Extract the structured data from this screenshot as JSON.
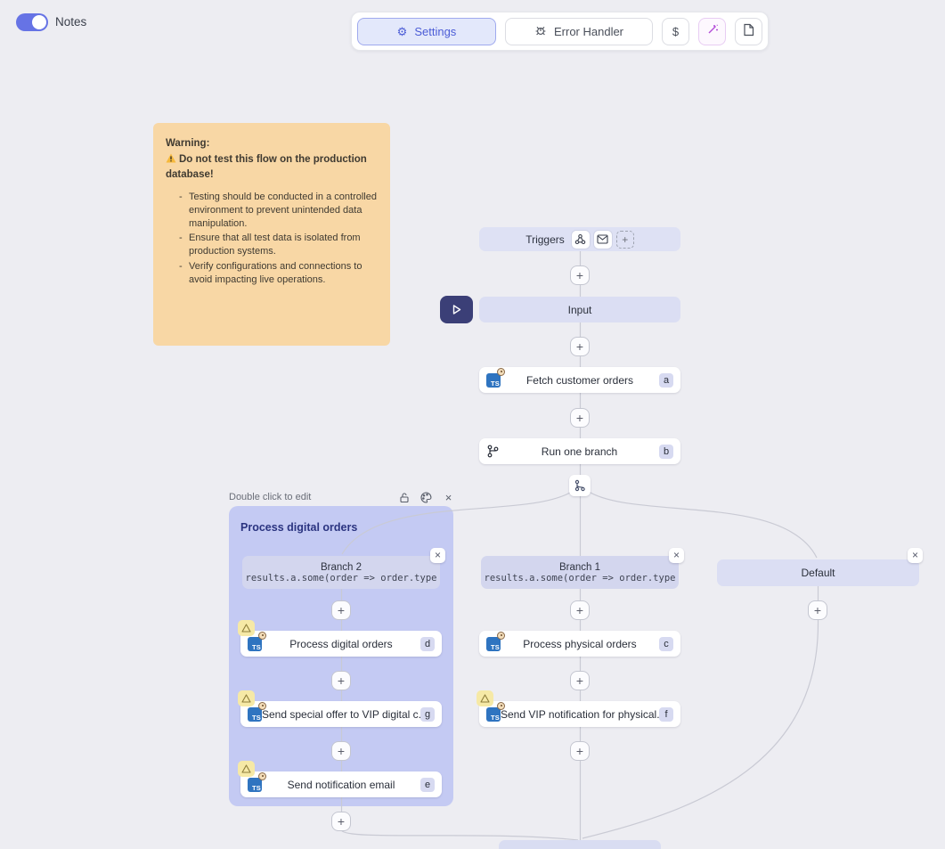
{
  "colors": {
    "accent_indigo": "#4b5cd6",
    "toggle_on": "#6673e5",
    "node_lavender": "#dbdef3",
    "group_lavender": "#c4caf3",
    "warning_note_bg": "#f8d7a5",
    "warning_badge_bg": "#f6e9a6",
    "wand_purple": "#b44fd8",
    "play_button_bg": "#3b3f77",
    "connector_line": "#c9cad4",
    "typescript_blue": "#2f74c0"
  },
  "header": {
    "notes_toggle": {
      "label": "Notes",
      "state": "on"
    },
    "toolbar": {
      "settings_label": "Settings",
      "error_handler_label": "Error Handler",
      "dollar_label": "$"
    }
  },
  "warning_note": {
    "title": "Warning:",
    "alert_line": "Do not test this flow on the production database!",
    "bullets": [
      "Testing should be conducted in a controlled environment to prevent unintended data manipulation.",
      "Ensure that all test data is isolated from production systems.",
      "Verify configurations and connections to avoid impacting live operations."
    ]
  },
  "icons": {
    "ts_label": "TS"
  },
  "flow": {
    "triggers": {
      "label": "Triggers"
    },
    "input": {
      "label": "Input"
    },
    "fetch_orders": {
      "title": "Fetch customer orders",
      "badge": "a"
    },
    "run_one_branch": {
      "title": "Run one branch",
      "badge": "b"
    },
    "group": {
      "hint": "Double click to edit",
      "title": "Process digital orders"
    },
    "branch2": {
      "title": "Branch 2",
      "condition": "results.a.some(order => order.type"
    },
    "branch1": {
      "title": "Branch 1",
      "condition": "results.a.some(order => order.type"
    },
    "default_branch": {
      "title": "Default"
    },
    "process_digital": {
      "title": "Process digital orders",
      "badge": "d"
    },
    "send_special": {
      "title": "Send special offer to VIP digital c...",
      "badge": "g"
    },
    "send_notification": {
      "title": "Send notification email",
      "badge": "e"
    },
    "process_physical": {
      "title": "Process physical orders",
      "badge": "c"
    },
    "send_vip": {
      "title": "Send VIP notification for physical...",
      "badge": "f"
    }
  }
}
